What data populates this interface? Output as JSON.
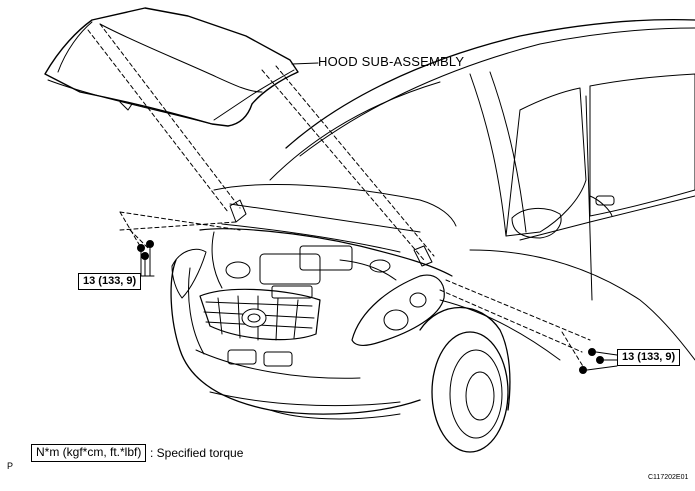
{
  "diagram": {
    "part_label": "HOOD SUB-ASSEMBLY",
    "torque_left": "13 (133, 9)",
    "torque_right": "13 (133, 9)",
    "legend_unit": "N*m (kgf*cm, ft.*lbf)",
    "legend_text": ": Specified torque",
    "corner_mark": "P",
    "figure_id": "C117202E01"
  },
  "colors": {
    "line": "#000000",
    "background": "#ffffff"
  }
}
